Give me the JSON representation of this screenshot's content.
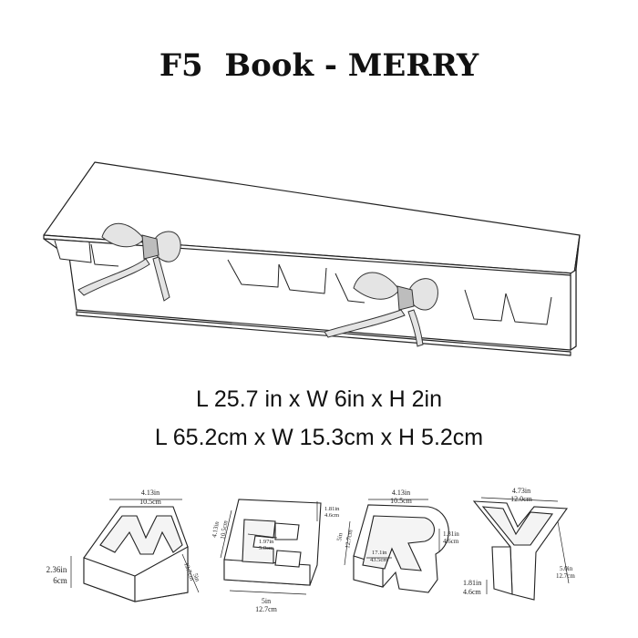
{
  "title": "F5  Book - MERRY",
  "dimensions": {
    "imperial": "L 25.7 in x W 6in x H 2in",
    "metric": "L 65.2cm x W 15.3cm x H 5.2cm"
  },
  "letters": {
    "M": {
      "top_in": "4.13in",
      "top_cm": "10.5cm",
      "left_in": "2.36in",
      "left_cm": "6cm",
      "depth_in": "5in",
      "depth_cm": "12.7cm"
    },
    "E": {
      "side_in": "4.13in",
      "side_cm": "10.5cm",
      "inner_in": "1.97in",
      "inner_cm": "5.0cm",
      "right_in": "1.81in",
      "right_cm": "4.6cm",
      "bottom_in": "5in",
      "bottom_cm": "12.7cm"
    },
    "R": {
      "top_in": "4.13in",
      "top_cm": "10.5cm",
      "side_in": "5in",
      "side_cm": "12.7cm",
      "right_in": "1.81in",
      "right_cm": "4.6cm",
      "inner_in": "17.1in",
      "inner_cm": "43.5cm"
    },
    "Y": {
      "top_in": "4.73in",
      "top_cm": "12.0cm",
      "right_in": "5.0in",
      "right_cm": "12.7cm",
      "left_in": "1.81in",
      "left_cm": "4.6cm"
    }
  }
}
